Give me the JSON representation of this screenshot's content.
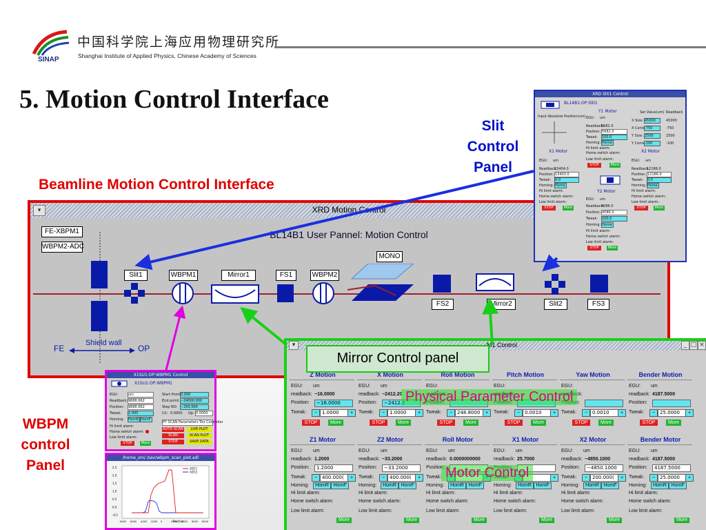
{
  "header": {
    "institute_cn": "中国科学院上海应用物理研究所",
    "institute_en": "Shanghai Institute of Applied Physics, Chinese Academy of Sciences",
    "logo_text": "SINAP",
    "page_title": "5. Motion Control Interface"
  },
  "callouts": {
    "beamline": "Beamline Motion Control Interface",
    "slit": [
      "Slit",
      "Control",
      "Panel"
    ],
    "wbpm": [
      "WBPM",
      "control",
      "Panel"
    ],
    "mirror_panel": "Mirror Control panel",
    "physical": "Physical Parameter Control",
    "motor": "Motor Control"
  },
  "xrd_window": {
    "title": "XRD Motion Control",
    "panel_title": "BL14B1 User Pannel: Motion Control",
    "labels": {
      "fe_xbpm1": "FE-XBPM1",
      "wbpm2_adc": "WBPM2-ADC",
      "slit1": "Slit1",
      "wbpm1": "WBPM1",
      "mirror1": "Mirror1",
      "fs1": "FS1",
      "wbpm2": "WBPM2",
      "mono": "MONO",
      "fs2": "FS2",
      "mirror2": "Mirror2",
      "slit2": "Slit2",
      "fs3": "FS3",
      "fe": "FE",
      "shield_wall": "Shield wall",
      "op": "OP"
    }
  },
  "slit_panel": {
    "title": "XRD Slit1 Control",
    "pv": "BL14B1:OP:Slit1",
    "y1_motor": "Y1 Motor",
    "x1_motor": "X1 Motor",
    "x2_motor": "X2 Motor",
    "y2_motor": "Y2 Motor",
    "set_value": "Set Value(um)",
    "readback": "Readback",
    "input_abs": "Input Absolute Position(um)",
    "rows": [
      {
        "label": "X Size:",
        "set": "45000",
        "rb": "45000"
      },
      {
        "label": "X Center:",
        "set": "-750",
        "rb": "-750"
      },
      {
        "label": "Y Size:",
        "set": "2500",
        "rb": "2500"
      },
      {
        "label": "Y Center:",
        "set": "-100",
        "rb": "-100"
      }
    ],
    "egu": "EGU:",
    "egu_val": "um",
    "readback_lbl": "Readback:",
    "position_lbl": "Position:",
    "tweak_lbl": "Tweak:",
    "homing_lbl": "Homing:",
    "home_btn": "Home",
    "hi_limit": "Hi limit alarm:",
    "home_switch": "Home switch alarm:",
    "low_limit": "Low limit alarm:",
    "stop": "STOP",
    "more": "More",
    "y1_readback": "5682.0",
    "y1_position": "5682.0",
    "y1_tweak": "100.0",
    "x1_readback": "13404.0",
    "x1_position": "13403.0",
    "x1_tweak": "0.0",
    "x2_readback": "12186.0",
    "x2_position": "12186.0",
    "x2_tweak": "0.0",
    "y2_readback": "4086.0",
    "y2_position": "4086.0",
    "y2_tweak": "100.0"
  },
  "mirror_panel": {
    "title": "M1 Control",
    "physical": [
      {
        "head": "Z Motion",
        "egu": "um",
        "readback": "−16.0000",
        "position": "−16.0000",
        "tweak": "1.0000"
      },
      {
        "head": "X Motion",
        "egu": "um",
        "readback": "−2412.20",
        "position": "−2412.2",
        "tweak": "1.0000"
      },
      {
        "head": "Roll Motion",
        "egu": "",
        "readback": "",
        "position": "",
        "tweak": "248.8000"
      },
      {
        "head": "Pitch Motion",
        "egu": "",
        "readback": "",
        "position": "",
        "tweak": "0.0010"
      },
      {
        "head": "Yaw Motion",
        "egu": "",
        "readback": "",
        "position": "",
        "tweak": "0.0010"
      },
      {
        "head": "Bender Motion",
        "egu": "um",
        "readback": "4187.5000",
        "position": "",
        "tweak": "25.0000"
      }
    ],
    "motor": [
      {
        "head": "Z1 Motor",
        "egu": "um",
        "readback": "1.2000",
        "position": "1.2000",
        "tweak": "400.000("
      },
      {
        "head": "Z2 Motor",
        "egu": "um",
        "readback": "−33.2000",
        "position": "−33.2000",
        "tweak": "400.000("
      },
      {
        "head": "Roll Motor",
        "egu": "um",
        "readback": "0.0000000000",
        "position": "",
        "tweak": ""
      },
      {
        "head": "X1 Motor",
        "egu": "um",
        "readback": "25.7000",
        "position": "",
        "tweak": ""
      },
      {
        "head": "X2 Motor",
        "egu": "um",
        "readback": "−4850.1000",
        "position": "−4850.1000",
        "tweak": "200.000("
      },
      {
        "head": "Bender Motor",
        "egu": "um",
        "readback": "4187.5000",
        "position": "4187.5000",
        "tweak": "25.0000"
      }
    ],
    "labels": {
      "egu": "EGU:",
      "readback": "readback:",
      "position": "Position:",
      "tweak": "Tweak:",
      "homing": "Homing:",
      "homr": "HomR",
      "homf": "HomF",
      "hi_limit": "Hi limit alarm:",
      "home_switch": "Home switch alarm:",
      "low_limit": "Low limit alarm:",
      "stop": "STOP",
      "more": "More",
      "minus": "−",
      "plus": "+"
    }
  },
  "wbpm_panel": {
    "title": "X1SU1:OP:WBPM1 Control",
    "pv": "X1SU1:OP:WBPM1",
    "egu": "EGU:",
    "egu_val": "um",
    "readback": "Readback:",
    "readback_val": "9888.662",
    "position": "Position:",
    "position_val": "9888.662",
    "tweak": "Tweak:",
    "tweak_val": "1.000",
    "homing": "Homing:",
    "homr": "HomR",
    "homf": "HomF",
    "start_point": "Start Point:",
    "start_val": "0.000",
    "end_point": "End point:",
    "end_val": "−24000.000",
    "step_no": "Step NO:",
    "step_val": "−250.000",
    "u_lbl": "U1:",
    "u_val": "0.0000",
    "op_lbl": "Op:",
    "op_val": "0.0000",
    "scan_params": "PY SCAN Parameters Too Controller",
    "auto_scan": "AUTO SCAN",
    "scan": "SCAN",
    "stop": "STOP",
    "live_plot": "LIVE PLOT",
    "scan_plot": "SCAN PLOT",
    "save_data": "SAVE DATA"
  },
  "plot_panel": {
    "title": "/home_sm/ /sav/wbpm_scan_plot.adl",
    "legend": [
      "ADC1",
      "ADC2"
    ],
    "xlabel": "Position",
    "xticks": [
      "-8000",
      "-6000",
      "-4000",
      "-2000",
      "0",
      "2000",
      "4000",
      "6000",
      "8000"
    ],
    "yticks": [
      "2.5",
      "2.0",
      "1.5",
      "1.0",
      "0.5",
      "0.0",
      "-0.5"
    ]
  },
  "colors": {
    "accent_red": "#e00000",
    "slit_blue": "#0010c8",
    "mirror_green": "#18d018",
    "wbpm_magenta": "#e000e0",
    "component_blue": "#0a1aa8"
  }
}
